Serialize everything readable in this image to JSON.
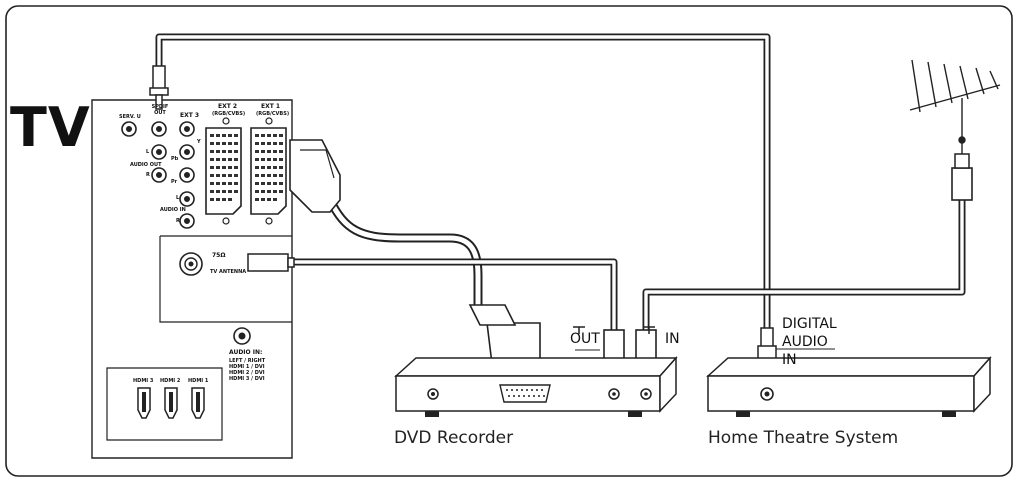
{
  "tv": {
    "title": "TV",
    "panel": {
      "serv_u": "SERV. U",
      "spdif_out": "SPDIF OUT",
      "ext3": "EXT 3",
      "ext2": "EXT 2",
      "ext2_sub": "(RGB/CVBS)",
      "ext1": "EXT 1",
      "ext1_sub": "(RGB/CVBS)",
      "y": "Y",
      "pb": "Pb",
      "pr": "Pr",
      "l_out": "L",
      "audio_out": "AUDIO OUT",
      "r_out": "R",
      "l_in": "L",
      "audio_in": "AUDIO IN",
      "r_in": "R",
      "ohm": "75Ω",
      "tv_antenna": "TV ANTENNA",
      "audio_in_hdmi": "AUDIO IN:",
      "audio_in_lines": [
        "LEFT / RIGHT",
        "HDMI 1 / DVI",
        "HDMI 2 / DVI",
        "HDMI 3 / DVI"
      ],
      "hdmi3": "HDMI 3",
      "hdmi2": "HDMI 2",
      "hdmi1": "HDMI 1"
    }
  },
  "dvd": {
    "caption": "DVD Recorder",
    "out_label": "OUT",
    "in_label": "IN"
  },
  "hts": {
    "caption": "Home Theatre System",
    "digital_audio_in": [
      "DIGITAL",
      "AUDIO",
      "IN"
    ]
  }
}
